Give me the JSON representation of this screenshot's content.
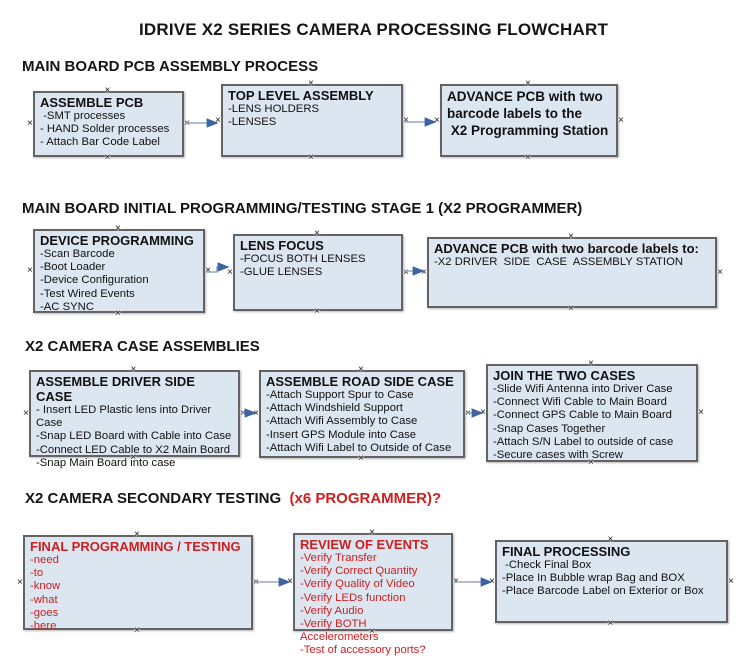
{
  "title": "IDRIVE X2  SERIES CAMERA PROCESSING FLOWCHART",
  "icons": {
    "connection_handle_glyph": "×"
  },
  "colors": {
    "box_fill": "#dce6f1",
    "box_border": "#636363",
    "red_text": "#cc2020",
    "arrow_line": "#93a9c7",
    "arrow_head": "#3f62a0"
  },
  "sections": [
    {
      "header": "MAIN BOARD PCB ASSEMBLY PROCESS",
      "header_suffix": "",
      "boxes": [
        {
          "title": "ASSEMBLE PCB",
          "items": [
            " -SMT processes",
            "- HAND Solder processes",
            "- Attach Bar Code Label"
          ]
        },
        {
          "title": "TOP LEVEL ASSEMBLY",
          "items": [
            "-LENS HOLDERS",
            "-LENSES"
          ]
        },
        {
          "title": "",
          "items": [
            "ADVANCE PCB with two",
            "barcode labels to the",
            " X2 Programming Station"
          ]
        }
      ]
    },
    {
      "header": "MAIN BOARD INITIAL PROGRAMMING/TESTING STAGE 1 (X2 PROGRAMMER)",
      "header_suffix": "",
      "boxes": [
        {
          "title": "DEVICE PROGRAMMING",
          "items": [
            "-Scan Barcode",
            "-Boot Loader",
            "-Device Configuration",
            "-Test Wired Events",
            "-AC SYNC"
          ]
        },
        {
          "title": "LENS FOCUS",
          "items": [
            "-FOCUS BOTH LENSES",
            "-GLUE LENSES"
          ]
        },
        {
          "title": "ADVANCE PCB with two barcode labels to:",
          "items": [
            "-X2 DRIVER  SIDE  CASE  ASSEMBLY STATION"
          ]
        }
      ]
    },
    {
      "header": "X2 CAMERA CASE ASSEMBLIES",
      "header_suffix": "",
      "boxes": [
        {
          "title": "ASSEMBLE DRIVER SIDE CASE",
          "items": [
            "- Insert LED Plastic lens into Driver Case",
            "-Snap LED Board with Cable into Case",
            "-Connect LED Cable to X2 Main Board",
            "-Snap Main Board into case"
          ]
        },
        {
          "title": "ASSEMBLE ROAD SIDE CASE",
          "items": [
            "-Attach Support Spur to Case",
            "-Attach Windshield Support",
            "-Attach Wifi Assembly to Case",
            "-Insert GPS Module into Case",
            "-Attach Wifi Label to Outside of Case"
          ]
        },
        {
          "title": "JOIN THE TWO CASES",
          "items": [
            "-Slide Wifi Antenna into Driver Case",
            "-Connect Wifi Cable to Main Board",
            "-Connect GPS Cable to Main Board",
            "-Snap Cases Together",
            "-Attach S/N Label to outside of case",
            "-Secure cases with Screw"
          ]
        }
      ]
    },
    {
      "header": "X2 CAMERA SECONDARY TESTING ",
      "header_suffix": " (x6 PROGRAMMER)?",
      "boxes": [
        {
          "title": "FINAL PROGRAMMING / TESTING",
          "items": [
            "-need",
            "-to",
            "-know",
            "-what",
            "-goes",
            "-here"
          ]
        },
        {
          "title": "REVIEW OF EVENTS",
          "items": [
            "-Verify Transfer",
            "-Verify Correct Quantity",
            "-Verify Quality of Video",
            "-Verify LEDs function",
            "-Verify Audio",
            "-Verify BOTH Accelerometers",
            "-Test of accessory ports?"
          ]
        },
        {
          "title": "FINAL PROCESSING",
          "items": [
            " -Check Final Box",
            "-Place In Bubble wrap Bag and BOX",
            "-Place Barcode Label on Exterior or Box"
          ]
        }
      ]
    }
  ]
}
